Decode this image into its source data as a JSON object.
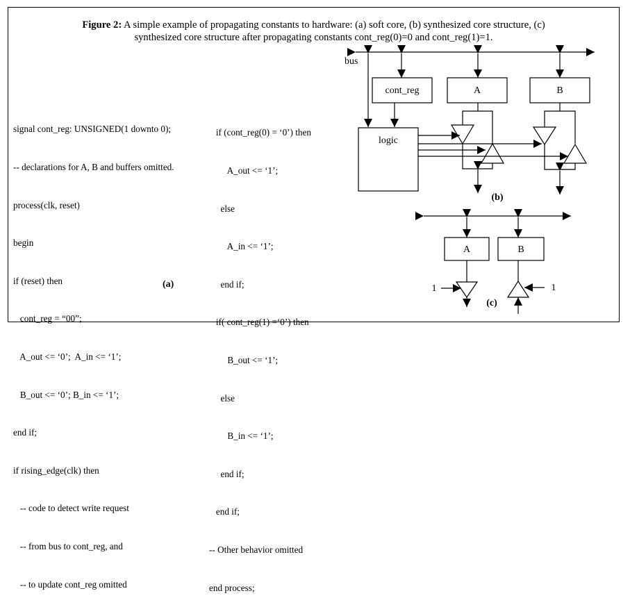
{
  "caption": {
    "label": "Figure 2:",
    "line1": " A simple example of propagating constants to hardware: (a) soft core, (b) synthesized core structure, (c)",
    "line2": "synthesized core structure after propagating constants cont_reg(0)=0 and cont_reg(1)=1."
  },
  "panel_a": {
    "label": "(a)",
    "code_left": [
      "signal cont_reg: UNSIGNED(1 downto 0);",
      "-- declarations for A, B and buffers omitted.",
      "process(clk, reset)",
      "begin",
      "if (reset) then",
      "   cont_reg = “00”;",
      "   A_out <= ‘0’;  A_in <= ‘1’;",
      "   B_out <= ‘0’; B_in <= ‘1’;",
      "end if;",
      "if rising_edge(clk) then",
      "   -- code to detect write request",
      "   -- from bus to cont_reg, and",
      "   -- to update cont_reg omitted"
    ],
    "code_right": [
      "   if (cont_reg(0) = ‘0’) then",
      "        A_out <= ‘1’;",
      "     else",
      "        A_in <= ‘1’;",
      "     end if;",
      "   if( cont_reg(1) =‘0’) then",
      "        B_out <= ‘1’;",
      "     else",
      "        B_in <= ‘1’;",
      "     end if;",
      "   end if;",
      "-- Other behavior omitted",
      "end process;"
    ]
  },
  "panel_b": {
    "label": "(b)",
    "bus_label": "bus",
    "blocks": {
      "cont_reg": "cont_reg",
      "a": "A",
      "b": "B",
      "logic": "logic"
    }
  },
  "panel_c": {
    "label": "(c)",
    "blocks": {
      "a": "A",
      "b": "B"
    },
    "const_a": "1",
    "const_b": "1"
  }
}
